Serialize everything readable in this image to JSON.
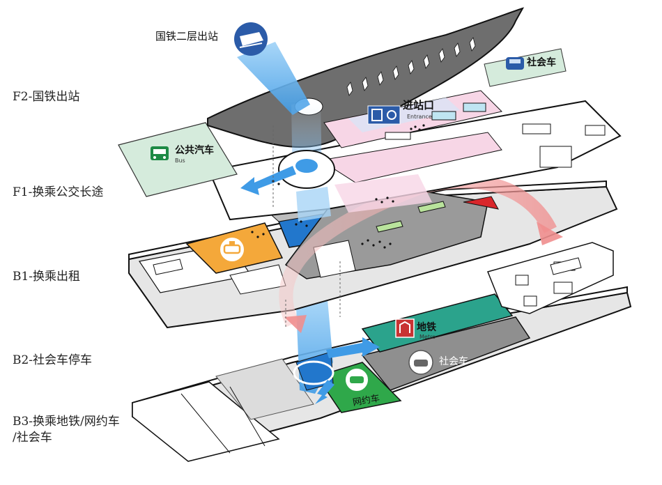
{
  "levels": {
    "f2": "F2-国铁出站",
    "f1": "F1-换乘公交长途",
    "b1": "B1-换乘出租",
    "b2": "B2-社会车停车",
    "b3_line1": "B3-换乘地铁/网约车",
    "b3_line2": "/社会车"
  },
  "labels": {
    "rail_exit": "国铁二层出站",
    "car_top": "社会车",
    "entrance_cn": "进站口",
    "entrance_en": "Entrance",
    "bus_cn": "公共汽车",
    "bus_en": "Bus",
    "metro_cn": "地铁",
    "metro_en": "Metro",
    "car_bottom": "社会车",
    "ride_hailing": "网约车"
  },
  "colors": {
    "taxi_zone": "#f4a83a",
    "bus_zone": "#d5ebdc",
    "bus_icon": "#1e8a45",
    "metro_zone": "#2ba38c",
    "metro_icon": "#c83333",
    "ride_zone": "#2fa84a",
    "blue_zone": "#2277cc",
    "entrance_zone": "#f7d6e6",
    "concourse_gray": "#9a9a9a",
    "light_blue_flow": "#5aaef0",
    "pink_flow": "#f2a7a7",
    "car_icon": "#2b5ba8"
  },
  "icons": [
    "train-icon",
    "car-icon",
    "entrance-gate-icon",
    "bus-icon",
    "taxi-icon",
    "metro-icon",
    "people-icon"
  ]
}
